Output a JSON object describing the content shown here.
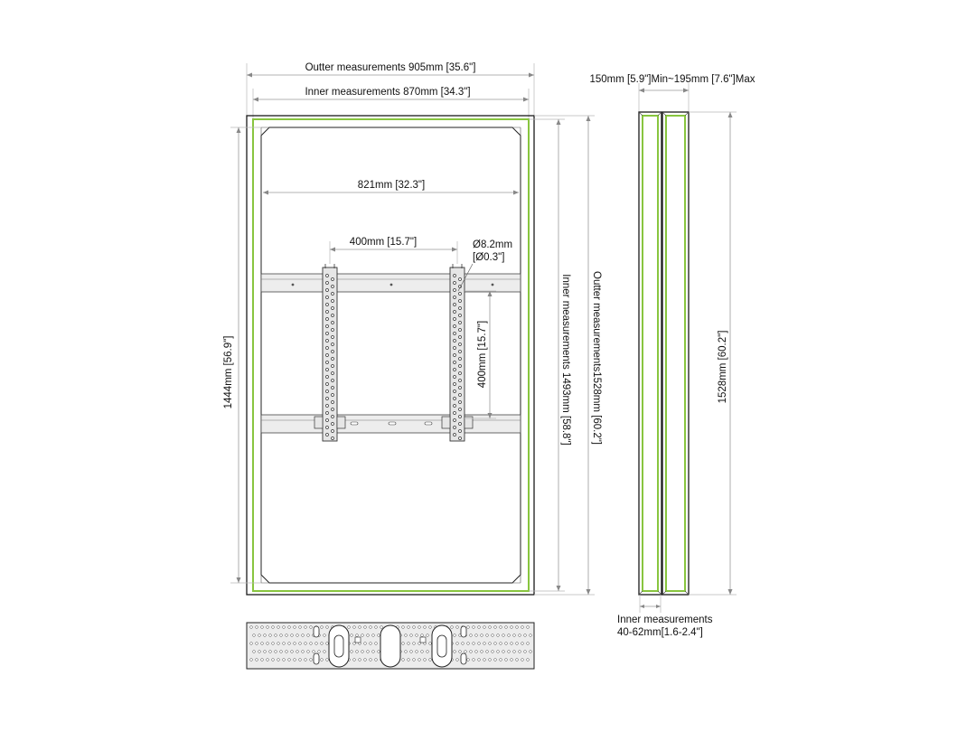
{
  "colors": {
    "inner_outline": "#88c53f",
    "frame": "#1a1a1a",
    "dimension_line": "#9a9a9a",
    "bracket_fill": "#e6e6e6",
    "panel_fill": "#ececec"
  },
  "front_view": {
    "outer_width": "Outter measurements 905mm [35.6\"]",
    "inner_width": "Inner measurements 870mm [34.3\"]",
    "usable_width": "821mm [32.3\"]",
    "vesa_width": "400mm [15.7\"]",
    "hole_diameter_mm": "Ø8.2mm",
    "hole_diameter_in": "[Ø0.3\"]",
    "vesa_height": "400mm [15.7\"]",
    "usable_height": "1444mm [56.9\"]",
    "inner_height": "Inner measurements 1493mm [58.8\"]",
    "outer_height": "Outter measurements1528mm [60.2\"]"
  },
  "side_view": {
    "depth_range": "150mm [5.9\"]Min~195mm [7.6\"]Max",
    "height": "1528mm [60.2\"]",
    "inner_label_line1": "Inner measurements",
    "inner_label_line2": "40-62mm[1.6-2.4\"]"
  }
}
